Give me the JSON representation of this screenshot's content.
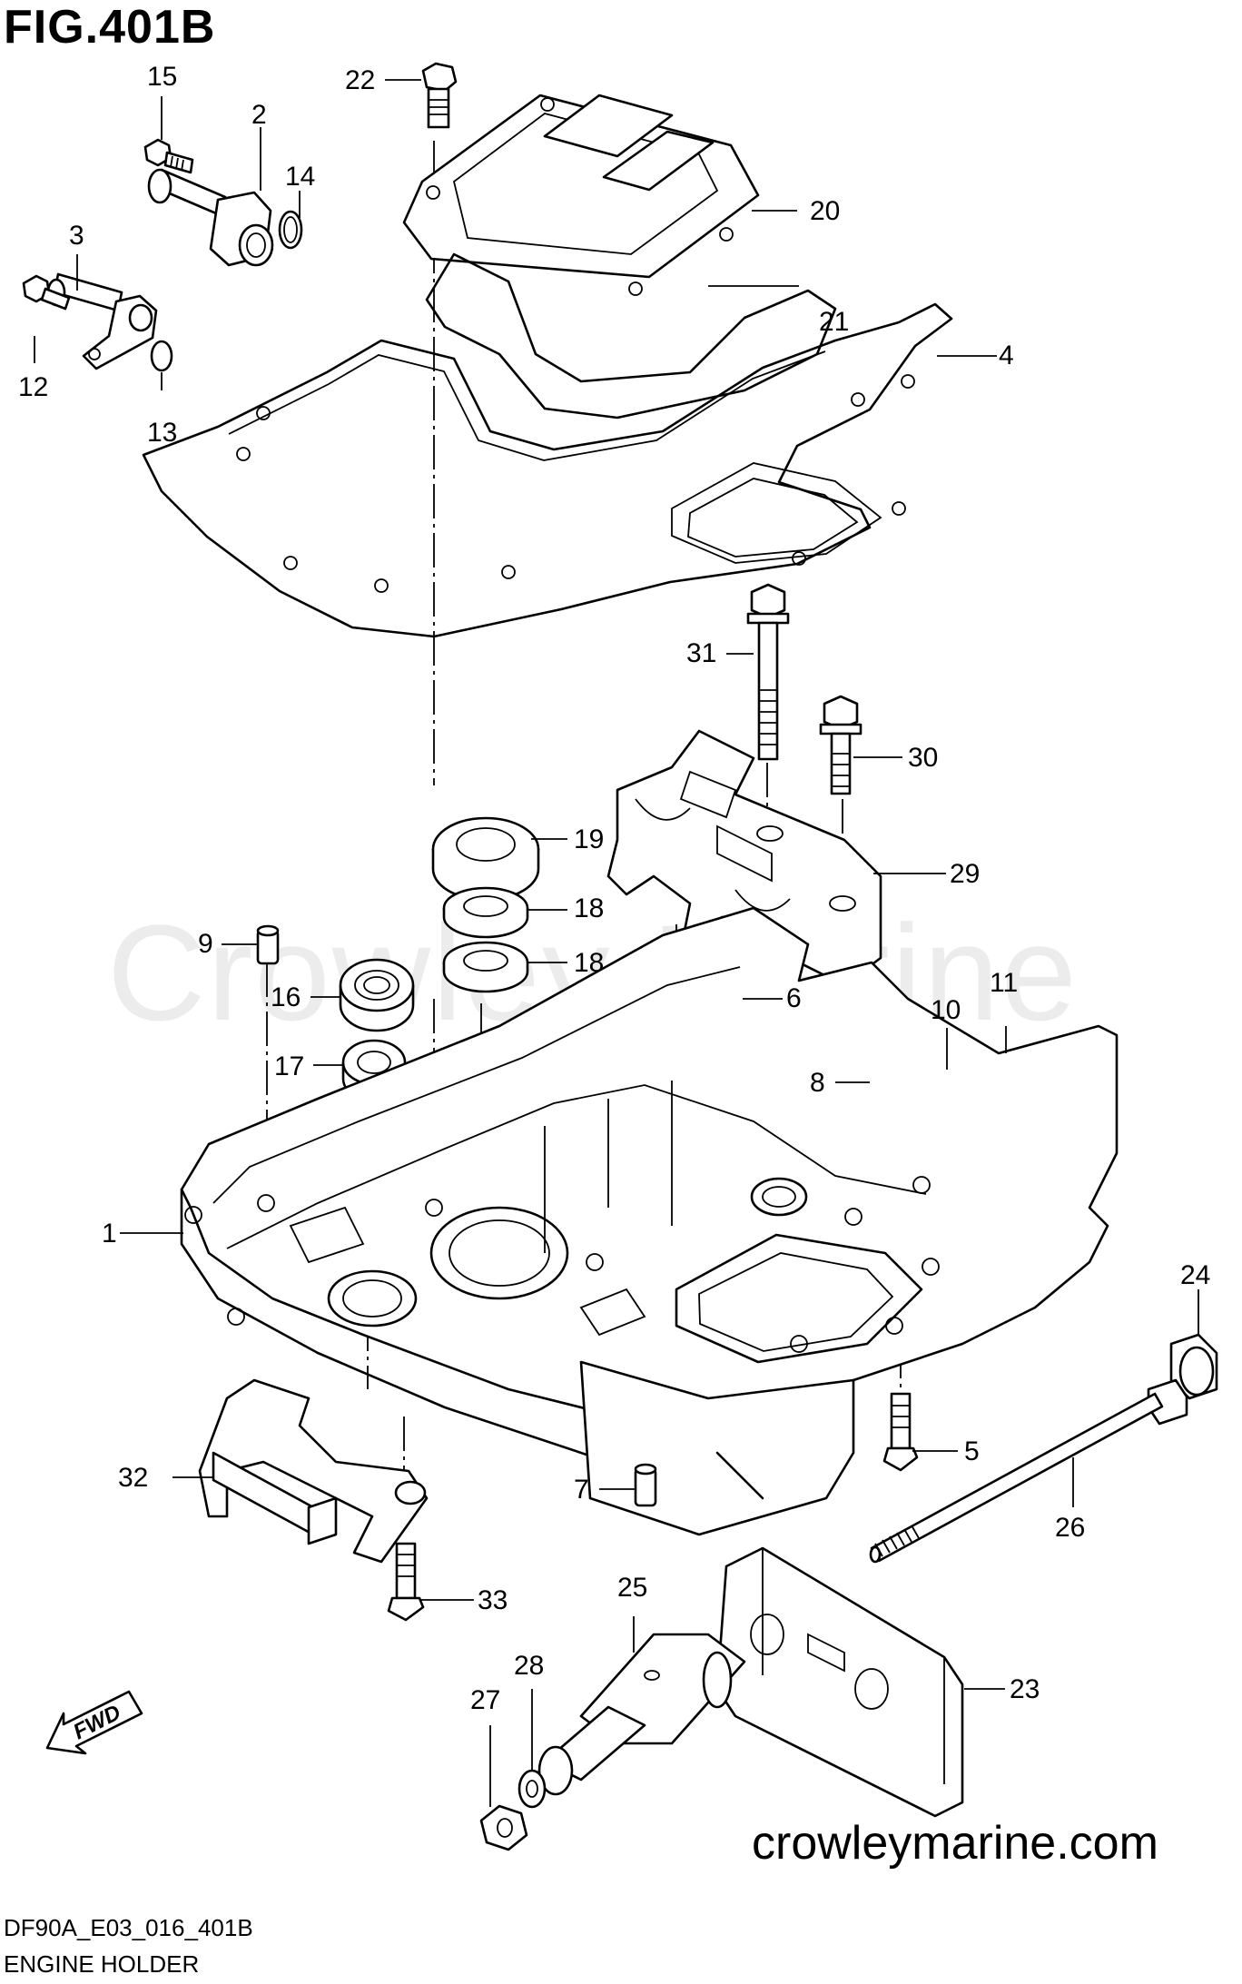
{
  "figure": {
    "title": "FIG.401B",
    "watermark": "Crowley Marine",
    "website": "crowleymarine.com",
    "drawing_code": "DF90A_E03_016_401B",
    "caption": "ENGINE HOLDER",
    "direction_label": "FWD"
  },
  "callouts": [
    {
      "id": "15",
      "label": "15"
    },
    {
      "id": "2",
      "label": "2"
    },
    {
      "id": "14",
      "label": "14"
    },
    {
      "id": "3",
      "label": "3"
    },
    {
      "id": "12",
      "label": "12"
    },
    {
      "id": "13",
      "label": "13"
    },
    {
      "id": "22",
      "label": "22"
    },
    {
      "id": "20",
      "label": "20"
    },
    {
      "id": "21",
      "label": "21"
    },
    {
      "id": "4",
      "label": "4"
    },
    {
      "id": "31",
      "label": "31"
    },
    {
      "id": "30",
      "label": "30"
    },
    {
      "id": "29",
      "label": "29"
    },
    {
      "id": "19",
      "label": "19"
    },
    {
      "id": "18a",
      "label": "18"
    },
    {
      "id": "18b",
      "label": "18"
    },
    {
      "id": "9",
      "label": "9"
    },
    {
      "id": "16",
      "label": "16"
    },
    {
      "id": "17",
      "label": "17"
    },
    {
      "id": "6",
      "label": "6"
    },
    {
      "id": "10",
      "label": "10"
    },
    {
      "id": "11",
      "label": "11"
    },
    {
      "id": "8",
      "label": "8"
    },
    {
      "id": "1",
      "label": "1"
    },
    {
      "id": "24",
      "label": "24"
    },
    {
      "id": "5",
      "label": "5"
    },
    {
      "id": "32",
      "label": "32"
    },
    {
      "id": "7",
      "label": "7"
    },
    {
      "id": "26",
      "label": "26"
    },
    {
      "id": "25",
      "label": "25"
    },
    {
      "id": "33",
      "label": "33"
    },
    {
      "id": "23",
      "label": "23"
    },
    {
      "id": "28",
      "label": "28"
    },
    {
      "id": "27",
      "label": "27"
    }
  ]
}
